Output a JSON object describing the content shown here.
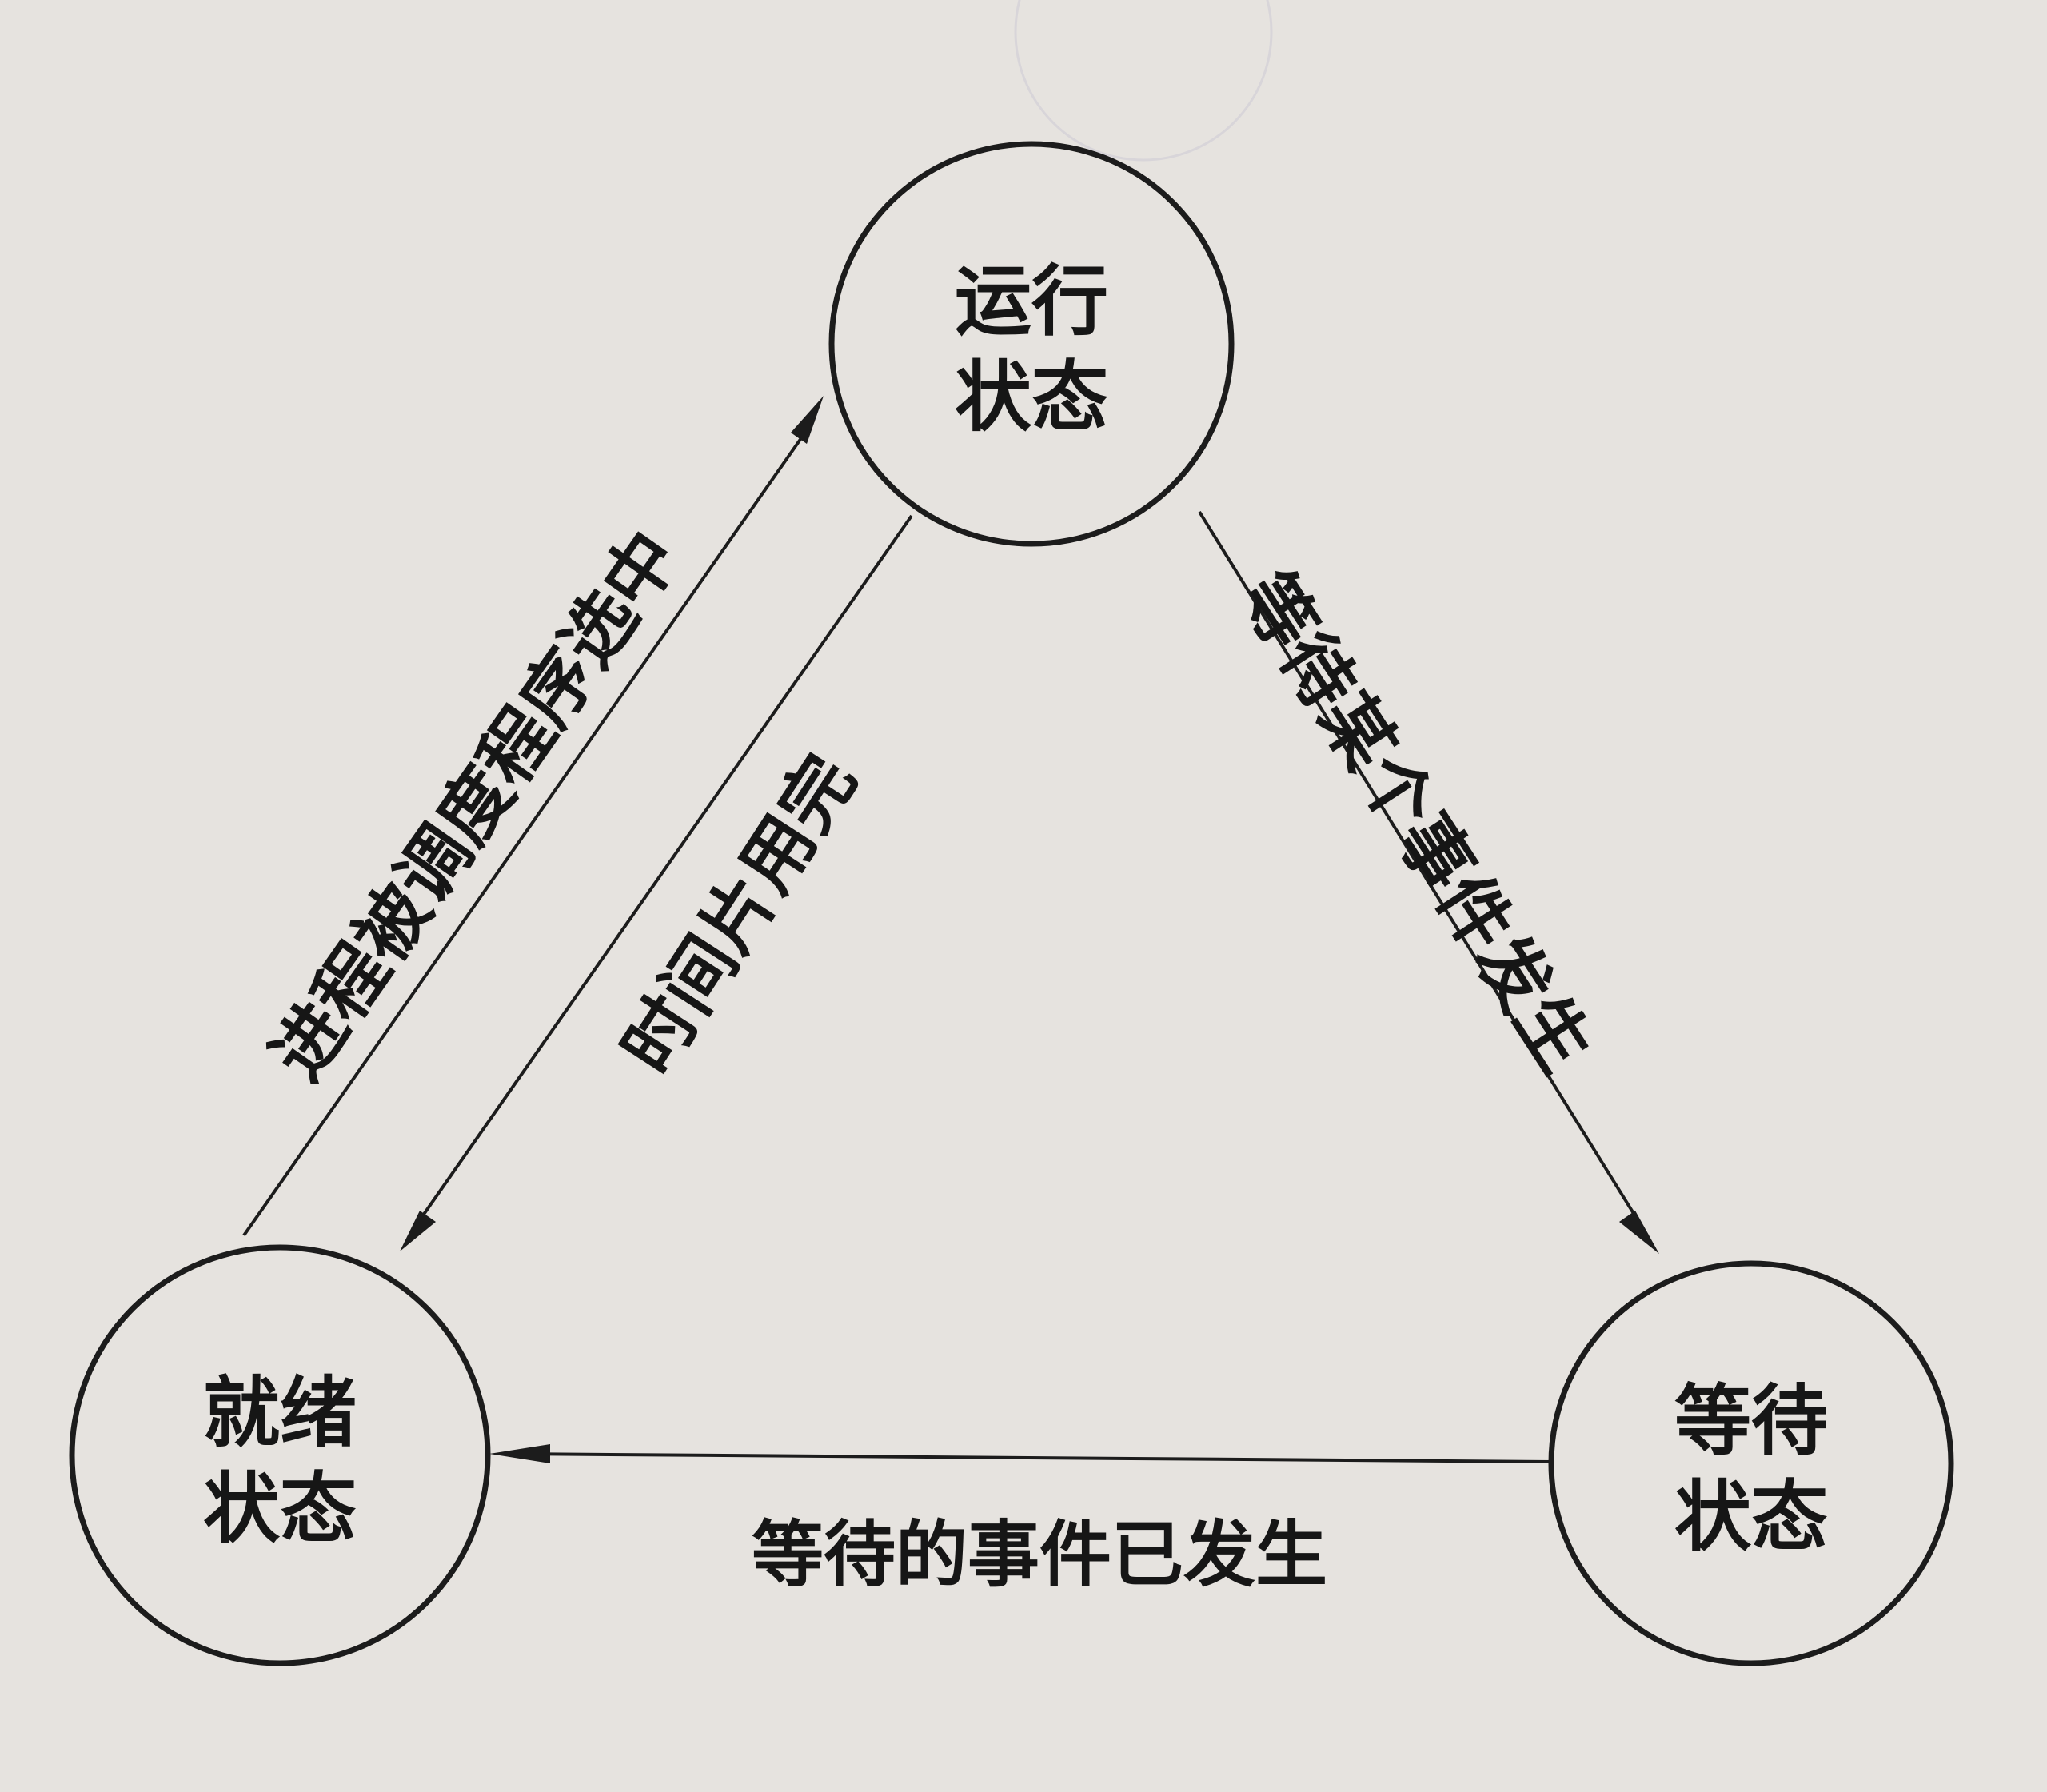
{
  "states": {
    "running": {
      "line1": "运行",
      "line2": "状态"
    },
    "ready": {
      "line1": "就绪",
      "line2": "状态"
    },
    "waiting": {
      "line1": "等待",
      "line2": "状态"
    }
  },
  "transitions": {
    "ready_to_running": {
      "label": "进程被调度程序选中"
    },
    "running_to_ready": {
      "label": "时间片用完"
    },
    "running_to_waiting": {
      "label": "等待某个事件发生"
    },
    "waiting_to_ready": {
      "label": "等待的事件已发生"
    }
  }
}
